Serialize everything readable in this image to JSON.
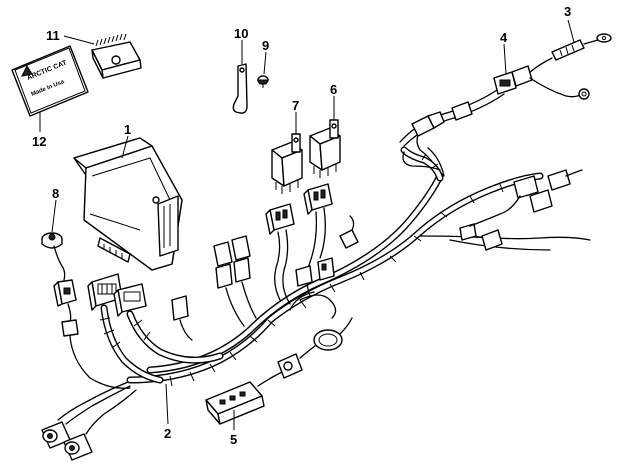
{
  "diagram": {
    "callouts": [
      {
        "id": "1",
        "label": "1"
      },
      {
        "id": "2",
        "label": "2"
      },
      {
        "id": "3",
        "label": "3"
      },
      {
        "id": "4",
        "label": "4"
      },
      {
        "id": "5",
        "label": "5"
      },
      {
        "id": "6",
        "label": "6"
      },
      {
        "id": "7",
        "label": "7"
      },
      {
        "id": "8",
        "label": "8"
      },
      {
        "id": "9",
        "label": "9"
      },
      {
        "id": "10",
        "label": "10"
      },
      {
        "id": "11",
        "label": "11"
      },
      {
        "id": "12",
        "label": "12"
      }
    ],
    "decal": {
      "line1": "ARCTIC CAT",
      "line2": "Made In Usa"
    }
  }
}
